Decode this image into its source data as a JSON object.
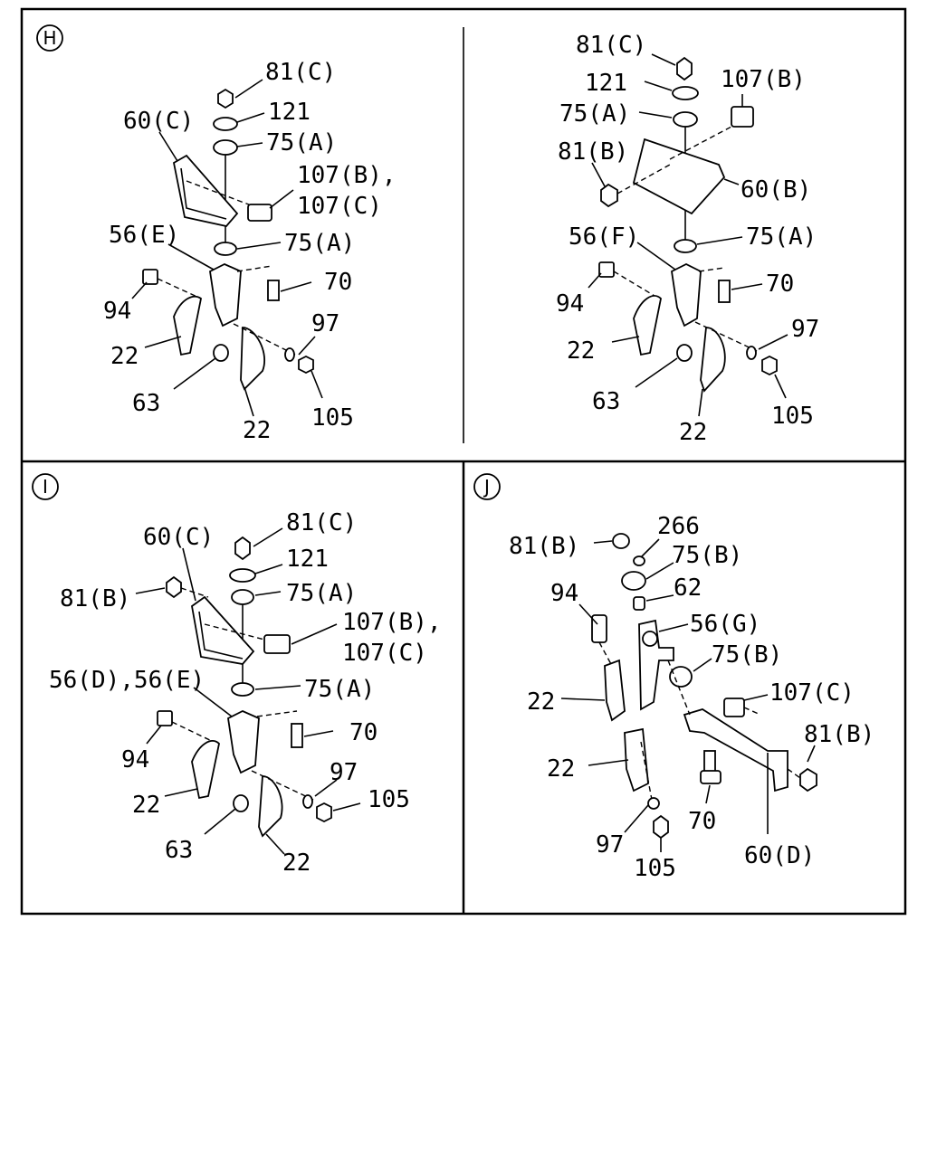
{
  "panels": {
    "H": {
      "marker": "H",
      "labels": [
        "81(C)",
        "121",
        "60(C)",
        "75(A)",
        "107(B),",
        "107(C)",
        "56(E)",
        "75(A)",
        "70",
        "94",
        "97",
        "22",
        "63",
        "105",
        "22"
      ]
    },
    "G": {
      "labels": [
        "81(C)",
        "121",
        "107(B)",
        "75(A)",
        "81(B)",
        "60(B)",
        "56(F)",
        "75(A)",
        "70",
        "94",
        "97",
        "22",
        "63",
        "105",
        "22"
      ]
    },
    "I": {
      "marker": "I",
      "labels": [
        "81(C)",
        "60(C)",
        "121",
        "81(B)",
        "75(A)",
        "107(B),",
        "107(C)",
        "56(D),56(E)",
        "75(A)",
        "70",
        "94",
        "97",
        "105",
        "22",
        "63",
        "22"
      ]
    },
    "J": {
      "marker": "J",
      "labels": [
        "266",
        "81(B)",
        "75(B)",
        "94",
        "62",
        "56(G)",
        "75(B)",
        "22",
        "107(C)",
        "81(B)",
        "22",
        "70",
        "97",
        "60(D)",
        "105"
      ]
    }
  }
}
